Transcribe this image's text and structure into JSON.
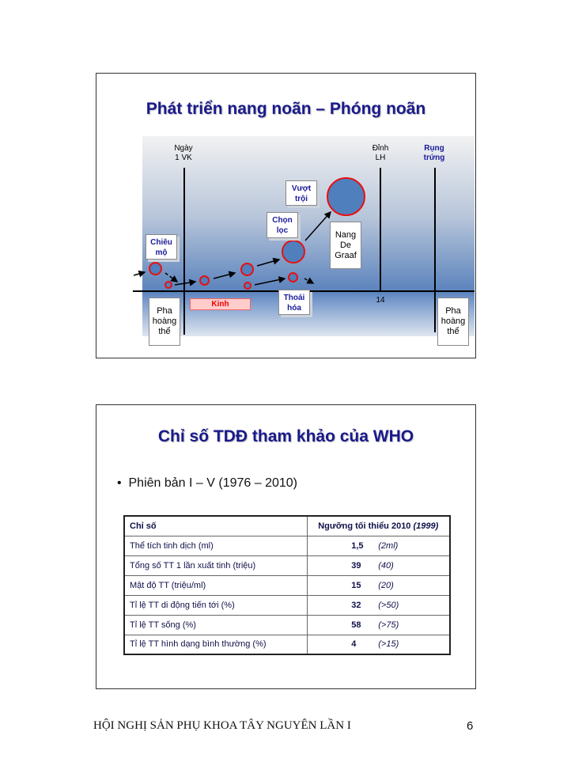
{
  "slide1": {
    "title": "Phát triển nang noãn – Phóng noãn",
    "labels": {
      "day1_a": "Ngày",
      "day1_b": "1 VK",
      "lh_a": "Đỉnh",
      "lh_b": "LH",
      "ov_a": "Rụng",
      "ov_b": "trứng",
      "day14": "14"
    },
    "boxes": {
      "recruit_a": "Chiêu",
      "recruit_b": "mộ",
      "select_a": "Chọn",
      "select_b": "lọc",
      "dominant_a": "Vượt",
      "dominant_b": "trội",
      "graaf_a": "Nang",
      "graaf_b": "De",
      "graaf_c": "Graaf",
      "atresia_a": "Thoái",
      "atresia_b": "hóa",
      "menses": "Kinh",
      "luteal1_a": "Pha",
      "luteal1_b": "hoàng",
      "luteal1_c": "thể",
      "luteal2_a": "Pha",
      "luteal2_b": "hoàng",
      "luteal2_c": "thể"
    }
  },
  "slide2": {
    "title": "Chỉ số TDĐ tham khảo của WHO",
    "bullet": "Phiên bản I – V (1976 – 2010)",
    "table": {
      "headers": [
        "Chỉ số",
        "Ngưỡng tối thiểu 2010",
        "(1999)"
      ],
      "rows": [
        {
          "name": "Thể tích tinh dịch (ml)",
          "v2010": "1,5",
          "v1999": "(2ml)"
        },
        {
          "name": "Tổng số TT 1 lần xuất tinh (triệu)",
          "v2010": "39",
          "v1999": "(40)"
        },
        {
          "name": "Mật độ TT (triệu/ml)",
          "v2010": "15",
          "v1999": "(20)"
        },
        {
          "name": "Tỉ lệ TT di động tiến tới (%)",
          "v2010": "32",
          "v1999": "(>50)"
        },
        {
          "name": "Tỉ lệ TT sống (%)",
          "v2010": "58",
          "v1999": "(>75)"
        },
        {
          "name": "Tỉ lệ TT hình dạng bình thường (%)",
          "v2010": "4",
          "v1999": "(>15)"
        }
      ]
    }
  },
  "footer": {
    "text": "HỘI NGHỊ SẢN PHỤ KHOA TÂY NGUYÊN LẦN I",
    "page": "6"
  }
}
